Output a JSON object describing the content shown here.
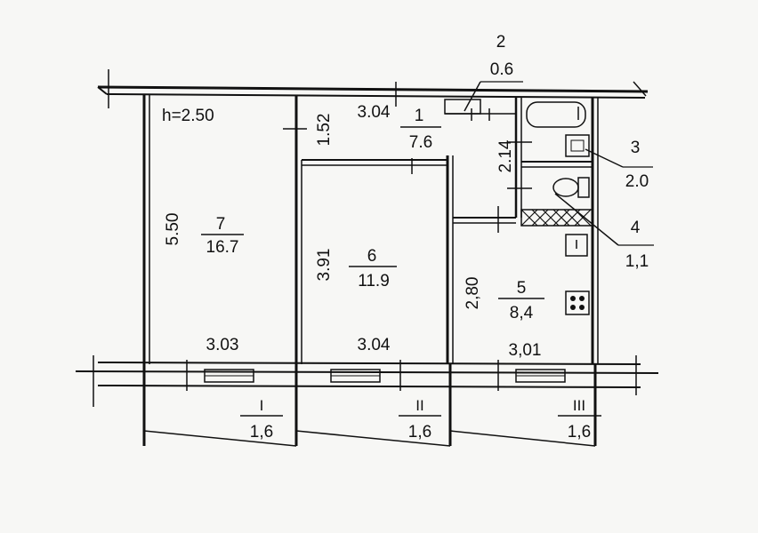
{
  "plan": {
    "ceiling_height": "h=2.50",
    "rooms": [
      {
        "number": "1",
        "area": "7.6"
      },
      {
        "number": "2",
        "area": "0.6"
      },
      {
        "number": "3",
        "area": "2.0"
      },
      {
        "number": "4",
        "area": "1,1"
      },
      {
        "number": "5",
        "area": "8,4"
      },
      {
        "number": "6",
        "area": "11.9"
      },
      {
        "number": "7",
        "area": "16.7"
      }
    ],
    "dimensions": {
      "room7_width": "3.03",
      "room7_length": "5.50",
      "room6_width": "3.04",
      "room6_length": "3.91",
      "room5_width": "3,01",
      "room5_length": "2,80",
      "hall_width": "3.04",
      "hall_depth": "1.52",
      "bath_depth": "2.14"
    },
    "balconies": [
      {
        "number": "I",
        "area": "1,6"
      },
      {
        "number": "II",
        "area": "1,6"
      },
      {
        "number": "III",
        "area": "1,6"
      }
    ]
  }
}
